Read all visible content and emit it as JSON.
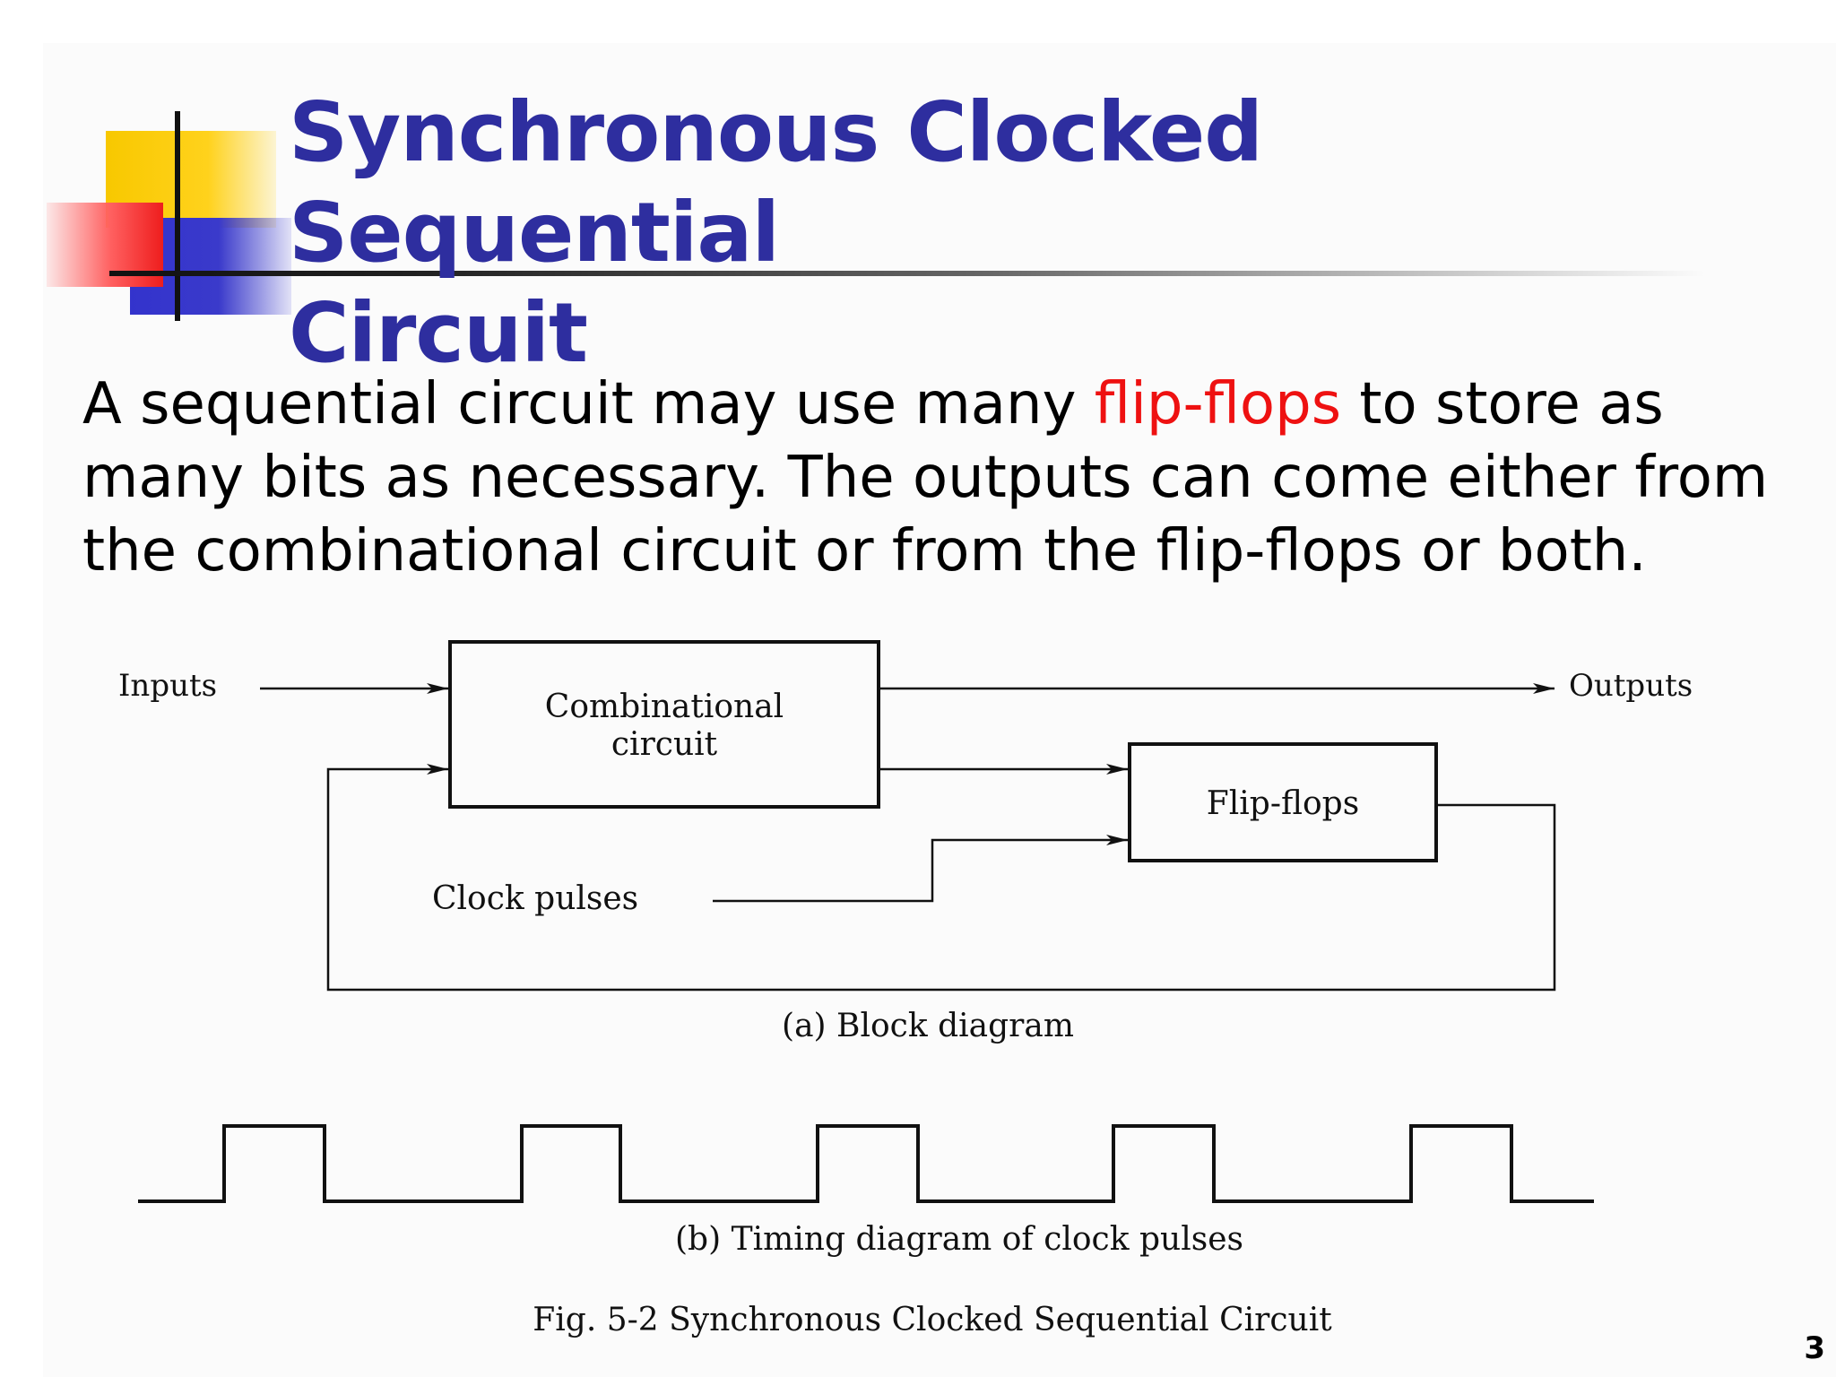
{
  "slide": {
    "title_line1": "Synchronous Clocked Sequential",
    "title_line2": "Circuit",
    "body": {
      "part1": "A sequential circuit  may use many ",
      "highlight": "flip-flops",
      "part2": " to store as many bits as necessary. The outputs can come either from the combinational circuit or from the flip-flops or both."
    },
    "page_number": "3"
  },
  "diagram": {
    "inputs_label": "Inputs",
    "combinational_label_line1": "Combinational",
    "combinational_label_line2": "circuit",
    "outputs_label": "Outputs",
    "flipflops_label": "Flip-flops",
    "clock_label": "Clock pulses",
    "block_caption": "(a) Block diagram",
    "timing_caption": "(b) Timing diagram of clock pulses",
    "figure_caption": "Fig. 5-2  Synchronous Clocked Sequential Circuit"
  },
  "colors": {
    "title": "#2e2e9f",
    "highlight": "#ee1111",
    "deco_yellow": "#f8c800",
    "deco_blue": "#3333cc",
    "deco_red": "#ee1d1d"
  }
}
